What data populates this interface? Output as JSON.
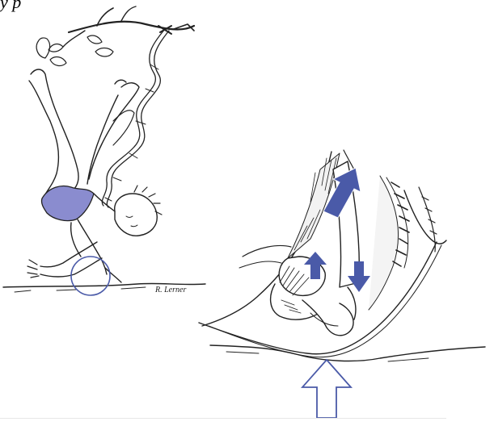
{
  "caption_fragment": "y p",
  "signature": "R. Lerner",
  "colors": {
    "accent": "#4a5aa8",
    "shorts": "#8a8ccf",
    "line": "#222222",
    "arrow_outline": "#4a5aa8"
  },
  "figure": {
    "panels": [
      "fall-illustration",
      "elbow-anatomy-illustration"
    ],
    "arrows": {
      "blue_up": "arrow-up",
      "blue_down": "arrow-down",
      "blue_diagonal": "arrow-up-right",
      "outline_up": "arrow-up-outline"
    }
  }
}
